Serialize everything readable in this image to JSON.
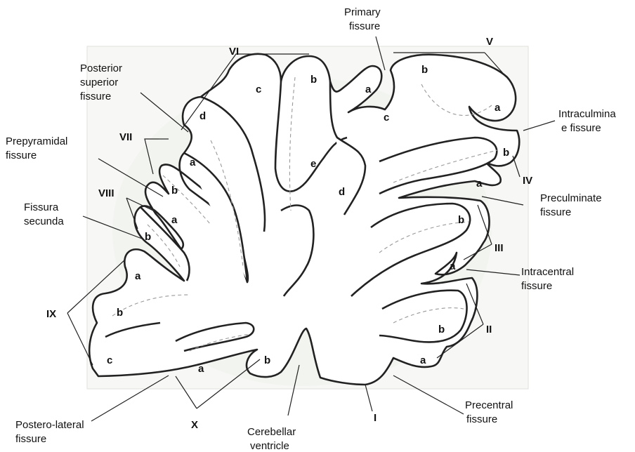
{
  "fissures": {
    "primary": [
      "Primary",
      "fissure"
    ],
    "posterior_superior": [
      "Posterior",
      "superior",
      "fissure"
    ],
    "intraculminate": [
      "Intraculmina",
      "e fissure"
    ],
    "prepyramidal": [
      "Prepyramidal",
      "fissure"
    ],
    "preculminate": [
      "Preculminate",
      "fissure"
    ],
    "secunda": [
      "Fissura",
      "secunda"
    ],
    "intracentral": [
      "Intracentral",
      "fissure"
    ],
    "postero_lateral": [
      "Postero-lateral",
      "fissure"
    ],
    "precentral": [
      "Precentral",
      "fissure"
    ],
    "ventricle": [
      "Cerebellar",
      "ventricle"
    ]
  },
  "lobules": {
    "I": "I",
    "II": "II",
    "III": "III",
    "IV": "IV",
    "V": "V",
    "VI": "VI",
    "VII": "VII",
    "VIII": "VIII",
    "IX": "IX",
    "X": "X"
  },
  "sublobules": {
    "VI_a": "a",
    "VI_b": "b",
    "VI_c": "c",
    "VI_d": "d",
    "V_a": "a",
    "V_b": "b",
    "V_c": "c",
    "V_d": "d",
    "V_e": "e",
    "IV_a": "a",
    "IV_b": "b",
    "III_a": "a",
    "III_b": "b",
    "II_a": "a",
    "II_b": "b",
    "VII_a": "a",
    "VII_b": "b",
    "VIII_a": "a",
    "VIII_b": "b",
    "IX_a": "a",
    "IX_b": "b",
    "IX_c": "c",
    "X_a": "a",
    "X_b": "b"
  }
}
